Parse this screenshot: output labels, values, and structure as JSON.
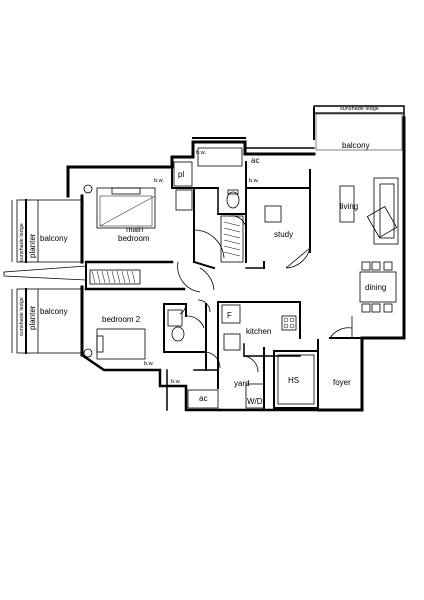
{
  "labels": {
    "sunshade_ledge_top": "sunshade ledge",
    "balcony_top": "balcony",
    "bw_top": "b.w.",
    "pl": "pl",
    "ac_top": "ac",
    "bw_left": "b.w.",
    "bw_mid": "b.w.",
    "main_bedroom_1": "main",
    "main_bedroom_2": "bedroom",
    "living": "living",
    "study": "study",
    "balcony_left_top": "balcony",
    "sunshade_ledge_left_top": "sunshade ledge",
    "planter_top": "planter",
    "dining": "dining",
    "balcony_left_bottom": "balcony",
    "sunshade_ledge_left_bottom": "sunshade ledge",
    "planter_bottom": "planter",
    "f": "F",
    "bedroom_2": "bedroom 2",
    "kitchen": "kitchen",
    "bw_bed2": "b.w.",
    "bw_bottom": "b.w.",
    "yard": "yard",
    "hs": "HS",
    "foyer": "foyer",
    "ac_bottom": "ac",
    "wd": "W/D"
  }
}
